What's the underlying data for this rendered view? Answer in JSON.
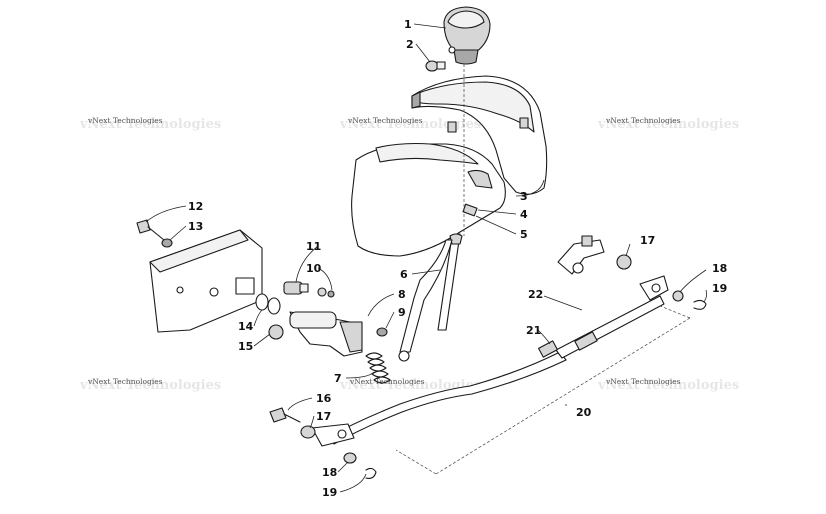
{
  "watermark_text": "vNext Technologies",
  "callouts": [
    {
      "label": "1"
    },
    {
      "label": "2"
    },
    {
      "label": "3"
    },
    {
      "label": "4"
    },
    {
      "label": "5"
    },
    {
      "label": "6"
    },
    {
      "label": "7"
    },
    {
      "label": "8"
    },
    {
      "label": "9"
    },
    {
      "label": "10"
    },
    {
      "label": "11"
    },
    {
      "label": "12"
    },
    {
      "label": "13"
    },
    {
      "label": "14"
    },
    {
      "label": "15"
    },
    {
      "label": "16"
    },
    {
      "label": "17"
    },
    {
      "label": "17"
    },
    {
      "label": "18"
    },
    {
      "label": "18"
    },
    {
      "label": "19"
    },
    {
      "label": "19"
    },
    {
      "label": "20"
    },
    {
      "label": "21"
    },
    {
      "label": "22"
    }
  ]
}
